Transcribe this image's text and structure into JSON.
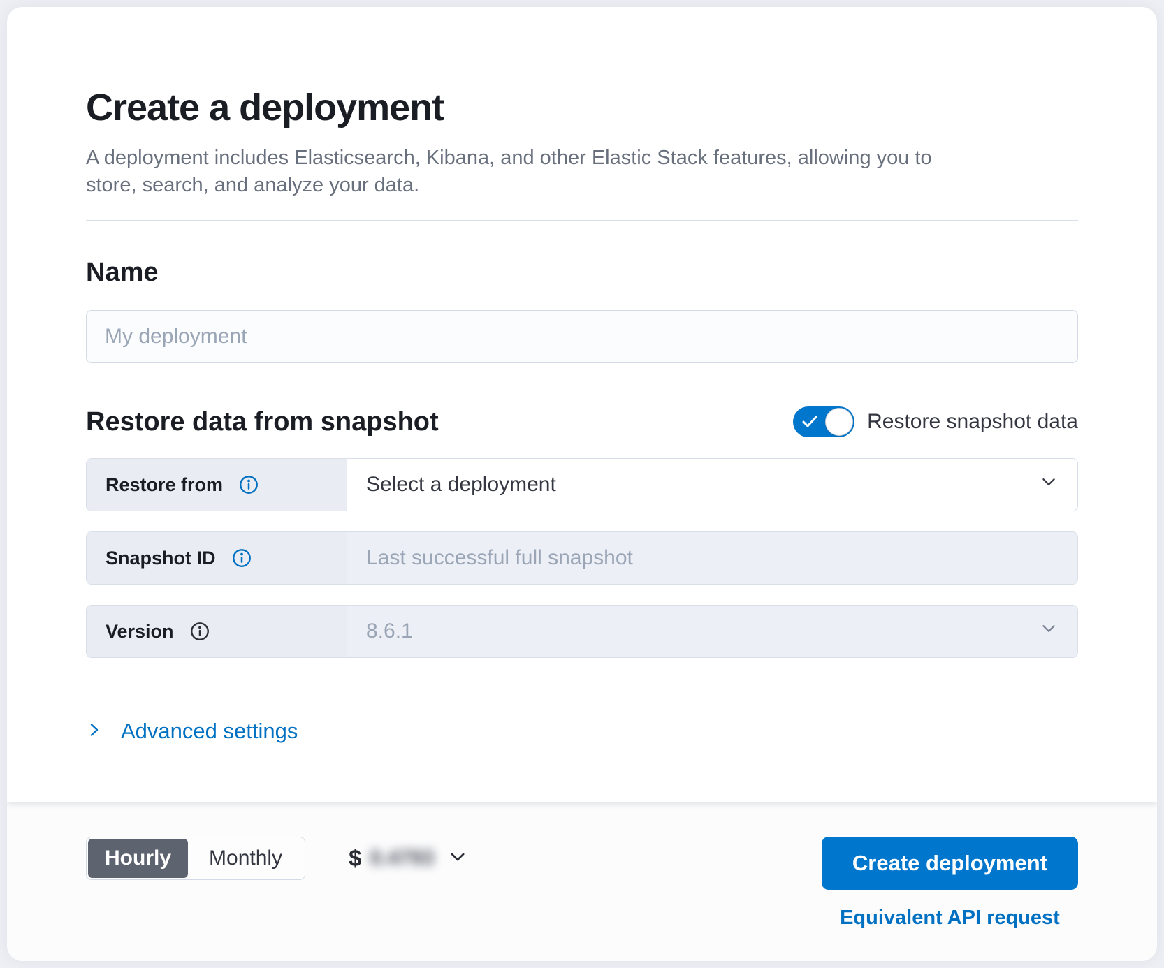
{
  "colors": {
    "primary_blue": "#0077cc",
    "link_blue": "#0071c2",
    "selected_segment_gray": "#5e646f",
    "form_label_bg": "#e9edf3",
    "disabled_input_bg": "#eceff5",
    "border_gray": "#d3dae6",
    "text_dark": "#1a1d23",
    "text_body": "#343741",
    "text_muted": "#69707d",
    "placeholder_gray": "#9aa5b6"
  },
  "header": {
    "title": "Create a deployment",
    "subtitle": "A deployment includes Elasticsearch, Kibana, and other Elastic Stack features, allowing you to store, search, and analyze your data."
  },
  "name_section": {
    "heading": "Name",
    "placeholder": "My deployment",
    "value": ""
  },
  "snapshot_section": {
    "heading": "Restore data from snapshot",
    "toggle_label": "Restore snapshot data",
    "toggle_state": "on",
    "rows": [
      {
        "label": "Restore from",
        "value": "Select a deployment",
        "type": "select",
        "enabled": true,
        "info_icon": "blue"
      },
      {
        "label": "Snapshot ID",
        "value": "Last successful full snapshot",
        "type": "text",
        "enabled": false,
        "info_icon": "blue"
      },
      {
        "label": "Version",
        "value": "8.6.1",
        "type": "select",
        "enabled": false,
        "info_icon": "dark"
      }
    ]
  },
  "advanced_settings": {
    "label": "Advanced settings"
  },
  "footer": {
    "billing_period": {
      "options": [
        "Hourly",
        "Monthly"
      ],
      "selected": "Hourly"
    },
    "price": {
      "currency_symbol": "$",
      "amount": "0.4793",
      "blurred": true
    },
    "create_button": "Create deployment",
    "api_link": "Equivalent API request"
  }
}
